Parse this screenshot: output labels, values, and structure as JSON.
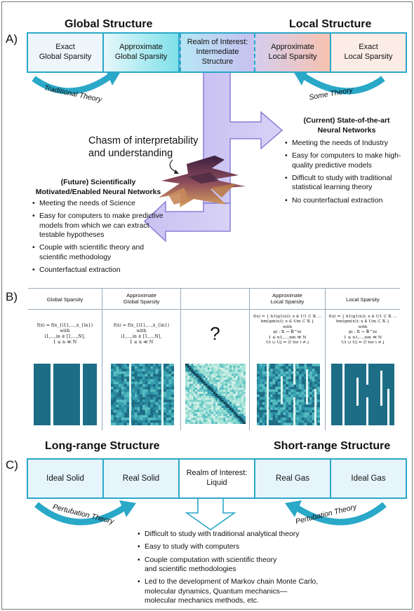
{
  "panel_labels": {
    "a": "A)",
    "b": "B)",
    "c": "C)"
  },
  "panel_a": {
    "header_left": "Global Structure",
    "header_right": "Local Structure",
    "cells": [
      "Exact\nGlobal Sparsity",
      "Approximate\nGlobal Sparsity",
      "Realm of Interest:\nIntermediate\nStructure",
      "Approximate\nLocal Sparsity",
      "Exact\nLocal Sparsity"
    ],
    "arc_left": "Traditional Theory",
    "arc_right": "Some Theory",
    "chasm_label": "Chasm of interpretability\nand understanding",
    "right_title": "(Current) State-of-the-art\nNeural Networks",
    "right_bullets": [
      "Meeting the needs of Industry",
      "Easy for computers to make high-quality predictive models",
      "Difficult to study with traditional statistical learning theory",
      "No counterfactual extraction"
    ],
    "left_title": "(Future) Scientifically\nMotivated/Enabled Neural Networks",
    "left_bullets": [
      "Meeting the needs of Science",
      "Easy for computers to make predictive models from which we can extract testable hypotheses",
      "Couple with scientific theory and scientific methodology",
      "Counterfactual extraction"
    ],
    "colors": {
      "teal": "#2aa8c8",
      "lavender": "#c9c2f2",
      "lavender_edge": "#8a7fd8"
    }
  },
  "panel_b": {
    "columns": [
      {
        "title": "Global Sparsity",
        "eq": "f(x) = f(x_{i1},…,x_{in})\nwith\ni1,…,in ∈ [1,…,N],\n1 ≤ n ≪ N"
      },
      {
        "title": "Approximate\nGlobal Sparsity",
        "eq": "f(x) ≈ f(x_{i1},…,x_{in})\nwith\ni1,…,in ∈ [1,…,N],\n1 ≤ n ≪ N"
      },
      {
        "title": "",
        "eq": "?"
      },
      {
        "title": "Approximate\nLocal Sparsity",
        "eq": "f(x) ≈ { h1(g1(x)); x ∈ U1 ⊂ 𝕏 … hm(gm(x)); x ∈ Um ⊂ 𝕏 }\nwith\ngi : 𝕏 → ℝ^ni\n1 ≤ n1,…,nm ≪ N\nUi ∪ Uj = ∅ for i ≠ j"
      },
      {
        "title": "Local Sparsity",
        "eq": "f(x) = { h1(g1(x)); x ∈ U1 ⊂ 𝕏 … hm(gm(x)); x ∈ Um ⊂ 𝕏 }\nwith\ngi : 𝕏 → ℝ^ni\n1 ≤ n1,…,nm ≪ N\nUi ∪ Uj = ∅ for i ≠ j"
      }
    ]
  },
  "panel_c": {
    "header_left": "Long-range Structure",
    "header_right": "Short-range Structure",
    "cells": [
      "Ideal Solid",
      "Real Solid",
      "Realm of Interest:\nLiquid",
      "Real Gas",
      "Ideal Gas"
    ],
    "arc_left": "Pertubation Theory",
    "arc_right": "Pertubation Theory",
    "bullets": [
      "Difficult to study with traditional analytical theory",
      "Easy to study with computers",
      "Couple computation with scientific theory\nand scientific methodologies",
      "Led to the development of Markov chain Monte Carlo,\nmolecular dynamics, Quantum mechanics—\nmolecular mechanics methods, etc."
    ]
  }
}
